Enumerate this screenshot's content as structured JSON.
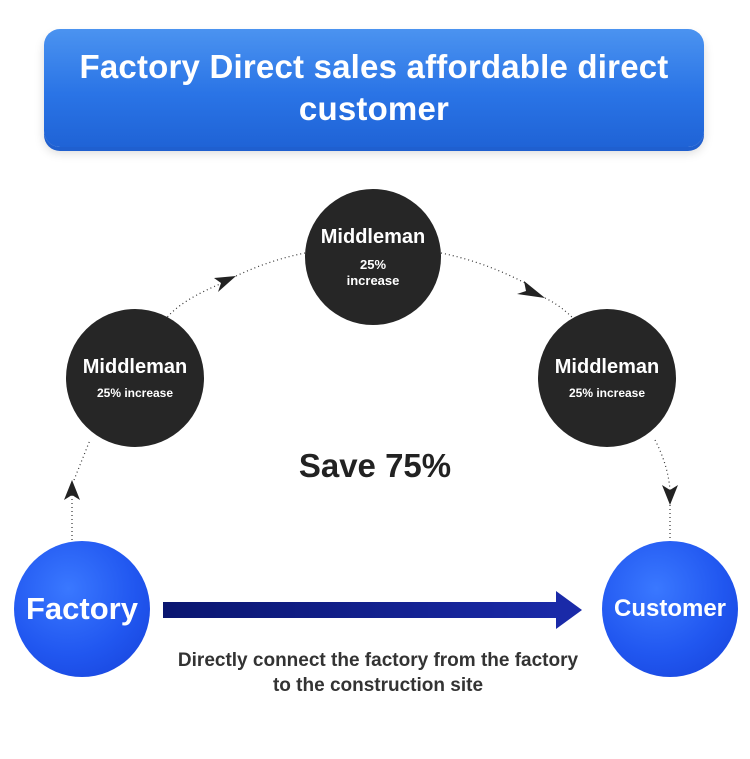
{
  "banner": {
    "title": "Factory Direct sales affordable direct customer"
  },
  "nodes": {
    "top": {
      "title": "Middleman",
      "sub": "25% increase"
    },
    "left": {
      "title": "Middleman",
      "sub": "25% increase"
    },
    "right": {
      "title": "Middleman",
      "sub": "25% increase"
    }
  },
  "endpoints": {
    "factory": "Factory",
    "customer": "Customer"
  },
  "center_text": "Save 75%",
  "caption": "Directly connect the factory from the factory to the construction site",
  "colors": {
    "banner_blue": "#2a74e6",
    "node_dark": "#262626",
    "endpoint_blue": "#2157f0",
    "arrow_navy": "#0d1a8a"
  }
}
